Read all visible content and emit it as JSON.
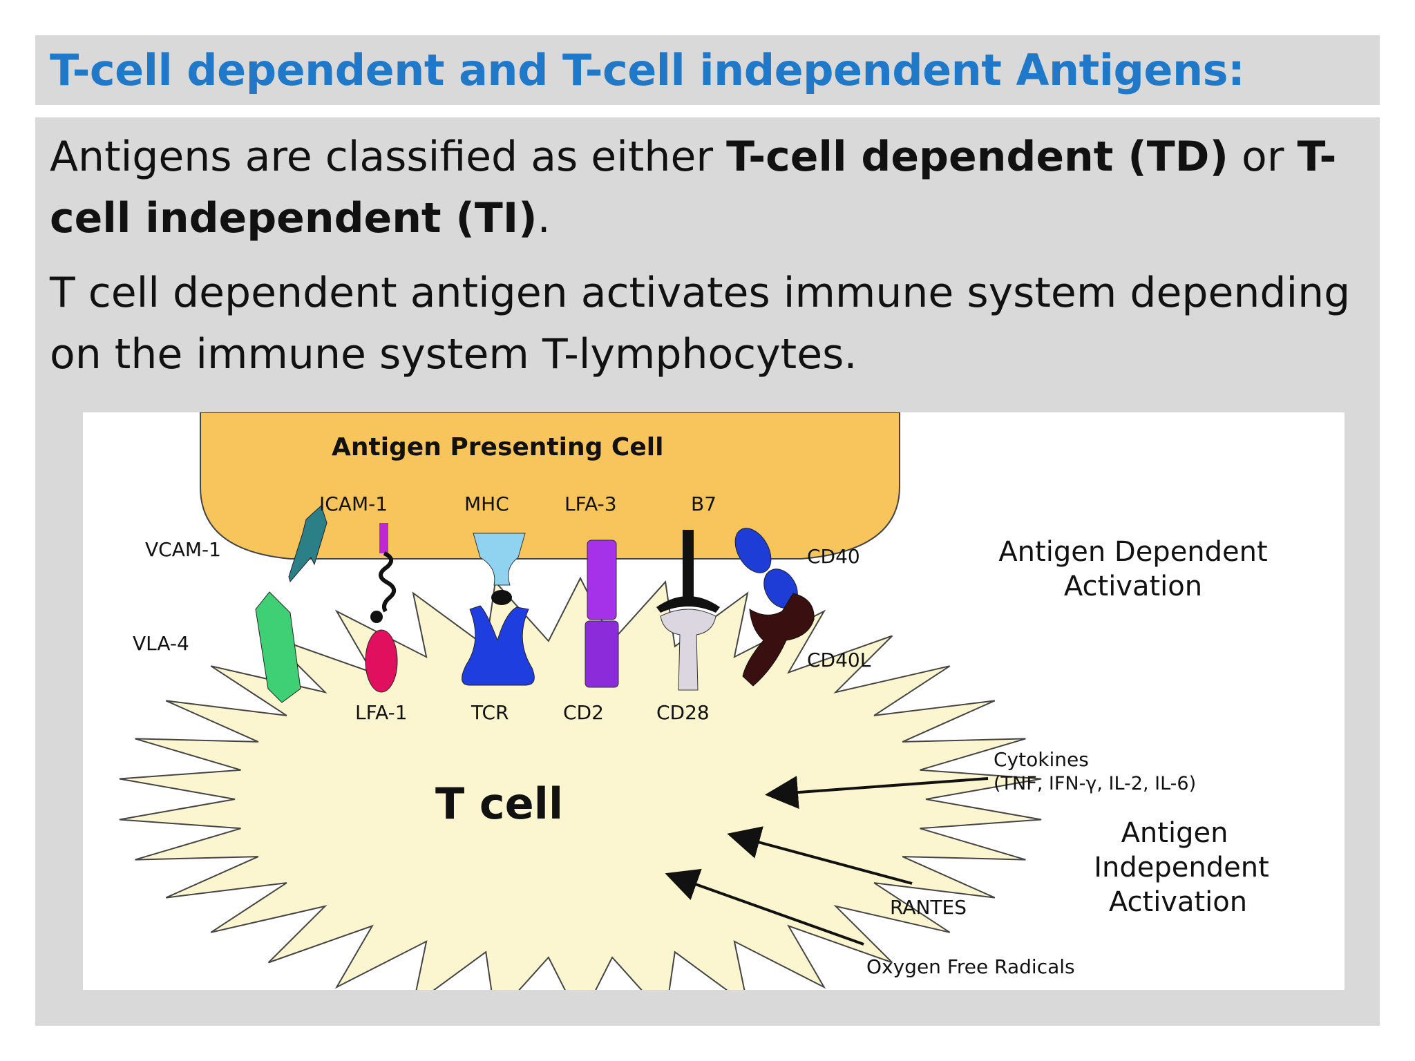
{
  "slide": {
    "title": "T-cell dependent and T-cell independent Antigens:",
    "para1_a": "Antigens are classified as either ",
    "para1_b": "T-cell dependent (TD)",
    "para1_c": " or ",
    "para1_d": "T-cell independent (TI)",
    "para1_e": ".",
    "para2": "T cell dependent antigen activates immune system depending on the immune system T-lymphocytes."
  },
  "diagram": {
    "apc_label": "Antigen Presenting Cell",
    "tcell_label": "T cell",
    "apc_molecules": {
      "icam1": "ICAM-1",
      "mhc": "MHC",
      "lfa3": "LFA-3",
      "b7": "B7",
      "vcam1": "VCAM-1",
      "cd40": "CD40"
    },
    "tcell_molecules": {
      "vla4": "VLA-4",
      "lfa1": "LFA-1",
      "tcr": "TCR",
      "cd2": "CD2",
      "cd28": "CD28",
      "cd40l": "CD40L"
    },
    "dependent_line1": "Antigen Dependent",
    "dependent_line2": "Activation",
    "cytokines_line1": "Cytokines",
    "cytokines_line2": "(TNF, IFN-γ, IL-2, IL-6)",
    "independent_line1": "Antigen",
    "independent_line2": "Independent",
    "independent_line3": "Activation",
    "rantes": "RANTES",
    "oxygen": "Oxygen Free Radicals",
    "colors": {
      "apc_fill": "#f7c55c",
      "tcell_fill": "#fbf6cf",
      "vcam_fill": "#2b7f86",
      "vla_fill": "#3fcf75",
      "icam_fill": "#c026d3",
      "lfa1_fill": "#e0105e",
      "mhc_fill": "#8fd3f0",
      "tcr_fill": "#1f3ee0",
      "lfa3_fill": "#a531e8",
      "cd2_fill": "#8b2bd9",
      "b7_fill": "#111111",
      "cd28_fill": "#dcd6e0",
      "cd40_fill": "#1e3dd6",
      "cd40l_fill": "#3a0f0f",
      "title_color": "#1f78c8"
    }
  }
}
